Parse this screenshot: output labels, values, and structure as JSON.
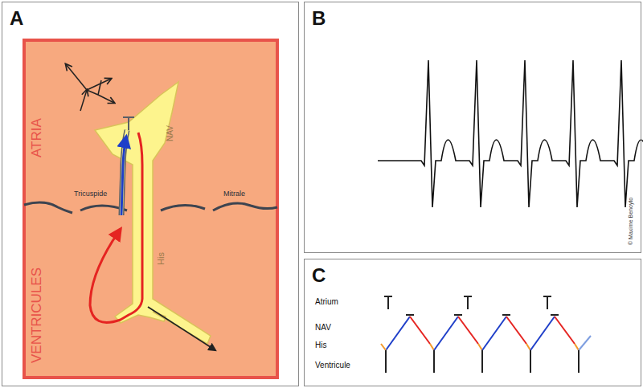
{
  "diagram": {
    "nodes": [
      {
        "text": [
          "A"
        ]
      },
      {
        "text": [
          "B"
        ]
      },
      {
        "text": [
          "C"
        ]
      }
    ],
    "labels": [
      "ATRIA",
      "NAV",
      "Tricuspide",
      "Mitrale",
      "VENTRICULES",
      "His",
      "© Maxime Benoyto",
      "Atrium",
      "NAV",
      "His",
      "Ventricule"
    ]
  }
}
